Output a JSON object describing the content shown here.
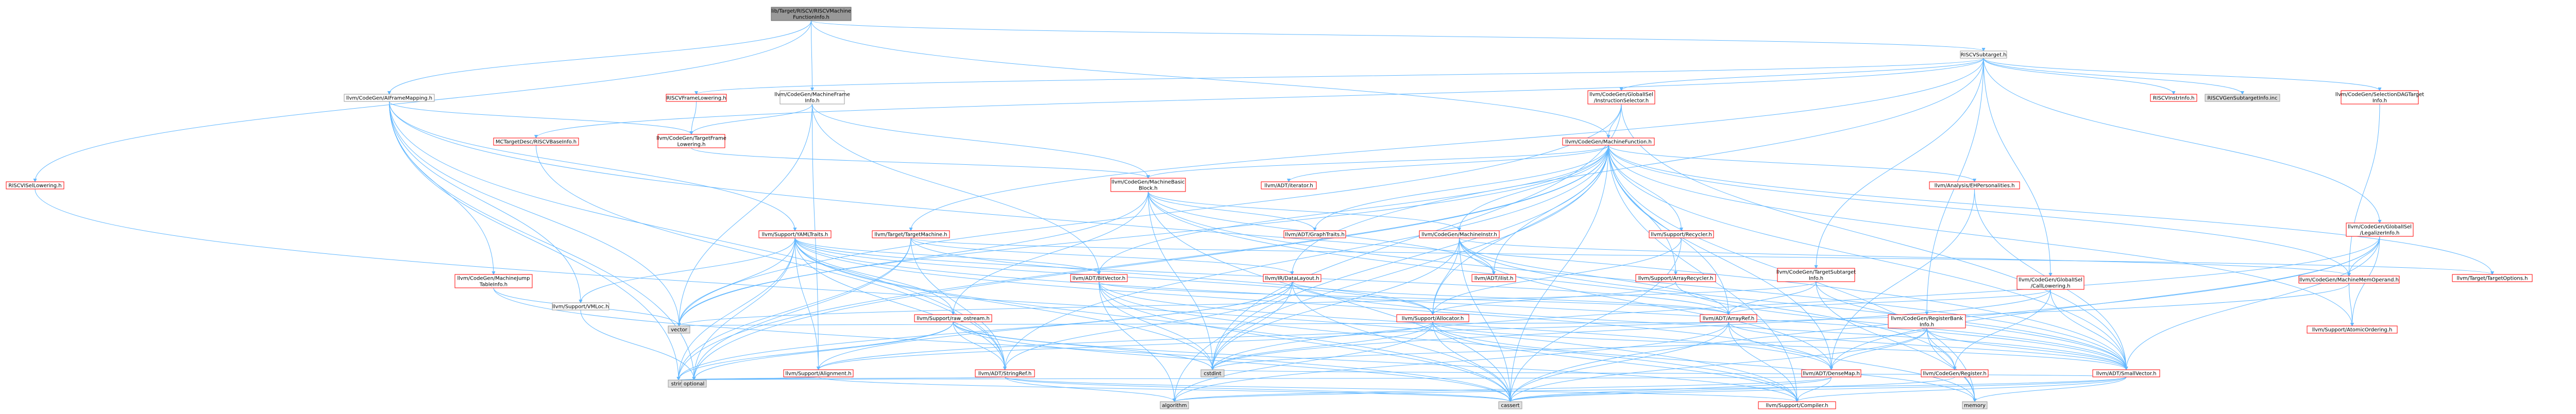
{
  "colors": {
    "edge": "#63b8ff",
    "normal_border": "#999999",
    "missing_border": "#ff0000",
    "root_fill": "#999999",
    "external_fill": "#e0e0e0"
  },
  "nodes": [
    {
      "id": "root",
      "label": [
        "lib/Target/RISCV/RISCVMachine",
        "FunctionInfo.h"
      ],
      "kind": "root"
    },
    {
      "id": "riscvsubtarget",
      "label": [
        "RISCVSubtarget.h"
      ],
      "kind": "normal"
    },
    {
      "id": "aimap",
      "label": [
        "llvm/CodeGen/AIFrameMapping.h"
      ],
      "kind": "normal"
    },
    {
      "id": "mfi",
      "label": [
        "llvm/CodeGen/MachineFrame",
        "Info.h"
      ],
      "kind": "normal"
    },
    {
      "id": "riscvframelowering",
      "label": [
        "RISCVFrameLowering.h"
      ],
      "kind": "red"
    },
    {
      "id": "isel",
      "label": [
        "llvm/CodeGen/GlobalISel",
        "/InstructionSelector.h"
      ],
      "kind": "red"
    },
    {
      "id": "riscvinstrinfo",
      "label": [
        "RISCVInstrInfo.h"
      ],
      "kind": "red"
    },
    {
      "id": "riscvgensubtarget",
      "label": [
        "RISCVGenSubtargetInfo.inc"
      ],
      "kind": "gray"
    },
    {
      "id": "mctarget",
      "label": [
        "MCTargetDesc/RISCVBaseInfo.h"
      ],
      "kind": "red"
    },
    {
      "id": "tfl",
      "label": [
        "llvm/CodeGen/TargetFrame",
        "Lowering.h"
      ],
      "kind": "red"
    },
    {
      "id": "selectiondag",
      "label": [
        "llvm/CodeGen/SelectionDAGTarget",
        "Info.h"
      ],
      "kind": "red"
    },
    {
      "id": "mf",
      "label": [
        "llvm/CodeGen/MachineFunction.h"
      ],
      "kind": "red"
    },
    {
      "id": "riscvisel",
      "label": [
        "RISCVISelLowering.h"
      ],
      "kind": "red"
    },
    {
      "id": "mbb",
      "label": [
        "llvm/CodeGen/MachineBasic",
        "Block.h"
      ],
      "kind": "red"
    },
    {
      "id": "yaml",
      "label": [
        "llvm/Support/YAMLTraits.h"
      ],
      "kind": "red"
    },
    {
      "id": "targetmachine",
      "label": [
        "llvm/Target/TargetMachine.h"
      ],
      "kind": "red"
    },
    {
      "id": "adtiterator",
      "label": [
        "llvm/ADT/iterator.h"
      ],
      "kind": "red"
    },
    {
      "id": "graphtraits",
      "label": [
        "llvm/ADT/GraphTraits.h"
      ],
      "kind": "red"
    },
    {
      "id": "machineinstr",
      "label": [
        "llvm/CodeGen/MachineInstr.h"
      ],
      "kind": "red"
    },
    {
      "id": "recycler",
      "label": [
        "llvm/Support/Recycler.h"
      ],
      "kind": "red"
    },
    {
      "id": "ehpersonal",
      "label": [
        "llvm/Analysis/EHPersonalities.h"
      ],
      "kind": "red"
    },
    {
      "id": "legalizer",
      "label": [
        "llvm/CodeGen/GlobalISel",
        "/LegalizerInfo.h"
      ],
      "kind": "red"
    },
    {
      "id": "jumptable",
      "label": [
        "llvm/CodeGen/MachineJump",
        "TableInfo.h"
      ],
      "kind": "red"
    },
    {
      "id": "vmloc",
      "label": [
        "llvm/Support/VMLoc.h"
      ],
      "kind": "normal"
    },
    {
      "id": "bitvector",
      "label": [
        "llvm/ADT/BitVector.h"
      ],
      "kind": "red"
    },
    {
      "id": "datalayout",
      "label": [
        "llvm/IR/DataLayout.h"
      ],
      "kind": "red"
    },
    {
      "id": "ilist",
      "label": [
        "llvm/ADT/ilist.h"
      ],
      "kind": "red"
    },
    {
      "id": "arrayrecycler",
      "label": [
        "llvm/Support/ArrayRecycler.h"
      ],
      "kind": "red"
    },
    {
      "id": "tsi",
      "label": [
        "llvm/CodeGen/TargetSubtarget",
        "Info.h"
      ],
      "kind": "red"
    },
    {
      "id": "calllowering",
      "label": [
        "llvm/CodeGen/GlobalISel",
        "/CallLowering.h"
      ],
      "kind": "red"
    },
    {
      "id": "memoperand",
      "label": [
        "llvm/CodeGen/MachineMemOperand.h"
      ],
      "kind": "red"
    },
    {
      "id": "targetoptions",
      "label": [
        "llvm/Target/TargetOptions.h"
      ],
      "kind": "red"
    },
    {
      "id": "rawostream",
      "label": [
        "llvm/Support/raw_ostream.h"
      ],
      "kind": "red"
    },
    {
      "id": "allocator",
      "label": [
        "llvm/Support/Allocator.h"
      ],
      "kind": "red"
    },
    {
      "id": "arrayref",
      "label": [
        "llvm/ADT/ArrayRef.h"
      ],
      "kind": "red"
    },
    {
      "id": "registerbank",
      "label": [
        "llvm/CodeGen/RegisterBank",
        "Info.h"
      ],
      "kind": "red"
    },
    {
      "id": "atomicordering",
      "label": [
        "llvm/Support/AtomicOrdering.h"
      ],
      "kind": "red"
    },
    {
      "id": "alignment",
      "label": [
        "llvm/Support/Alignment.h"
      ],
      "kind": "red"
    },
    {
      "id": "stringref",
      "label": [
        "llvm/ADT/StringRef.h"
      ],
      "kind": "red"
    },
    {
      "id": "densemap",
      "label": [
        "llvm/ADT/DenseMap.h"
      ],
      "kind": "red"
    },
    {
      "id": "register",
      "label": [
        "llvm/CodeGen/Register.h"
      ],
      "kind": "red"
    },
    {
      "id": "smallvector",
      "label": [
        "llvm/ADT/SmallVector.h"
      ],
      "kind": "red"
    },
    {
      "id": "compiler",
      "label": [
        "llvm/Support/Compiler.h"
      ],
      "kind": "red"
    },
    {
      "id": "vector",
      "label": [
        "vector"
      ],
      "kind": "gray"
    },
    {
      "id": "string",
      "label": [
        "string"
      ],
      "kind": "gray"
    },
    {
      "id": "optional",
      "label": [
        "optional"
      ],
      "kind": "gray"
    },
    {
      "id": "algorithm",
      "label": [
        "algorithm"
      ],
      "kind": "gray"
    },
    {
      "id": "cassert",
      "label": [
        "cassert"
      ],
      "kind": "gray"
    },
    {
      "id": "cstdint",
      "label": [
        "cstdint"
      ],
      "kind": "gray"
    },
    {
      "id": "memory",
      "label": [
        "memory"
      ],
      "kind": "gray"
    }
  ],
  "edges": [
    [
      "root",
      "riscvsubtarget"
    ],
    [
      "root",
      "aimap"
    ],
    [
      "root",
      "mfi"
    ],
    [
      "root",
      "mf"
    ],
    [
      "root",
      "riscvisel"
    ],
    [
      "riscvsubtarget",
      "riscvframelowering"
    ],
    [
      "riscvsubtarget",
      "isel"
    ],
    [
      "riscvsubtarget",
      "riscvinstrinfo"
    ],
    [
      "riscvsubtarget",
      "riscvgensubtarget"
    ],
    [
      "riscvsubtarget",
      "mctarget"
    ],
    [
      "riscvsubtarget",
      "selectiondag"
    ],
    [
      "riscvsubtarget",
      "legalizer"
    ],
    [
      "riscvsubtarget",
      "calllowering"
    ],
    [
      "riscvsubtarget",
      "registerbank"
    ],
    [
      "riscvsubtarget",
      "tsi"
    ],
    [
      "riscvsubtarget",
      "targetmachine"
    ],
    [
      "riscvsubtarget",
      "datalayout"
    ],
    [
      "aimap",
      "tfl"
    ],
    [
      "aimap",
      "yaml"
    ],
    [
      "aimap",
      "jumptable"
    ],
    [
      "aimap",
      "vmloc"
    ],
    [
      "aimap",
      "vector"
    ],
    [
      "aimap",
      "string"
    ],
    [
      "aimap",
      "optional"
    ],
    [
      "aimap",
      "stringref"
    ],
    [
      "aimap",
      "smallvector"
    ],
    [
      "mfi",
      "tfl"
    ],
    [
      "mfi",
      "mbb"
    ],
    [
      "mfi",
      "alignment"
    ],
    [
      "mfi",
      "bitvector"
    ],
    [
      "mfi",
      "vector"
    ],
    [
      "riscvframelowering",
      "tfl"
    ],
    [
      "isel",
      "mf"
    ],
    [
      "isel",
      "vector"
    ],
    [
      "isel",
      "cstdint"
    ],
    [
      "isel",
      "smallvector"
    ],
    [
      "mctarget",
      "stringref"
    ],
    [
      "tfl",
      "mbb"
    ],
    [
      "selectiondag",
      "memoperand"
    ],
    [
      "mf",
      "mbb"
    ],
    [
      "mf",
      "adtiterator"
    ],
    [
      "mf",
      "graphtraits"
    ],
    [
      "mf",
      "machineinstr"
    ],
    [
      "mf",
      "recycler"
    ],
    [
      "mf",
      "ehpersonal"
    ],
    [
      "mf",
      "ilist"
    ],
    [
      "mf",
      "arrayrecycler"
    ],
    [
      "mf",
      "allocator"
    ],
    [
      "mf",
      "arrayref"
    ],
    [
      "mf",
      "bitvector"
    ],
    [
      "mf",
      "memoperand"
    ],
    [
      "mf",
      "atomicordering"
    ],
    [
      "mf",
      "densemap"
    ],
    [
      "mf",
      "smallvector"
    ],
    [
      "mf",
      "compiler"
    ],
    [
      "mf",
      "vector"
    ],
    [
      "mf",
      "cassert"
    ],
    [
      "mf",
      "cstdint"
    ],
    [
      "mf",
      "memory"
    ],
    [
      "mf",
      "targetoptions"
    ],
    [
      "mf",
      "stringref"
    ],
    [
      "mf",
      "optional"
    ],
    [
      "mf",
      "string"
    ],
    [
      "mf",
      "algorithm"
    ],
    [
      "riscvisel",
      "compiler"
    ],
    [
      "mbb",
      "graphtraits"
    ],
    [
      "mbb",
      "machineinstr"
    ],
    [
      "mbb",
      "ilist"
    ],
    [
      "mbb",
      "rawostream"
    ],
    [
      "mbb",
      "vector"
    ],
    [
      "mbb",
      "cassert"
    ],
    [
      "mbb",
      "cstdint"
    ],
    [
      "mbb",
      "register"
    ],
    [
      "mbb",
      "smallvector"
    ],
    [
      "yaml",
      "allocator"
    ],
    [
      "yaml",
      "alignment"
    ],
    [
      "yaml",
      "stringref"
    ],
    [
      "yaml",
      "smallvector"
    ],
    [
      "yaml",
      "bitvector"
    ],
    [
      "yaml",
      "rawostream"
    ],
    [
      "yaml",
      "vmloc"
    ],
    [
      "yaml",
      "string"
    ],
    [
      "yaml",
      "optional"
    ],
    [
      "yaml",
      "vector"
    ],
    [
      "yaml",
      "cassert"
    ],
    [
      "yaml",
      "cstdint"
    ],
    [
      "yaml",
      "densemap"
    ],
    [
      "yaml",
      "arrayref"
    ],
    [
      "targetmachine",
      "datalayout"
    ],
    [
      "targetmachine",
      "targetoptions"
    ],
    [
      "targetmachine",
      "allocator"
    ],
    [
      "targetmachine",
      "stringref"
    ],
    [
      "targetmachine",
      "string"
    ],
    [
      "targetmachine",
      "optional"
    ],
    [
      "machineinstr",
      "ilist"
    ],
    [
      "machineinstr",
      "arrayref"
    ],
    [
      "machineinstr",
      "memoperand"
    ],
    [
      "machineinstr",
      "cassert"
    ],
    [
      "machineinstr",
      "cstdint"
    ],
    [
      "machineinstr",
      "smallvector"
    ],
    [
      "machineinstr",
      "densemap"
    ],
    [
      "machineinstr",
      "allocator"
    ],
    [
      "recycler",
      "allocator"
    ],
    [
      "recycler",
      "cassert"
    ],
    [
      "ehpersonal",
      "smallvector"
    ],
    [
      "ehpersonal",
      "densemap"
    ],
    [
      "legalizer",
      "memoperand"
    ],
    [
      "legalizer",
      "atomicordering"
    ],
    [
      "legalizer",
      "smallvector"
    ],
    [
      "legalizer",
      "densemap"
    ],
    [
      "legalizer",
      "cassert"
    ],
    [
      "legalizer",
      "cstdint"
    ],
    [
      "jumptable",
      "vector"
    ],
    [
      "jumptable",
      "cassert"
    ],
    [
      "vmloc",
      "optional"
    ],
    [
      "bitvector",
      "algorithm"
    ],
    [
      "bitvector",
      "cassert"
    ],
    [
      "bitvector",
      "cstdint"
    ],
    [
      "bitvector",
      "compiler"
    ],
    [
      "bitvector",
      "arrayref"
    ],
    [
      "bitvector",
      "densemap"
    ],
    [
      "datalayout",
      "arrayref"
    ],
    [
      "datalayout",
      "smallvector"
    ],
    [
      "datalayout",
      "stringref"
    ],
    [
      "datalayout",
      "alignment"
    ],
    [
      "datalayout",
      "cassert"
    ],
    [
      "datalayout",
      "cstdint"
    ],
    [
      "datalayout",
      "string"
    ],
    [
      "arrayrecycler",
      "allocator"
    ],
    [
      "arrayrecycler",
      "smallvector"
    ],
    [
      "tsi",
      "arrayref"
    ],
    [
      "tsi",
      "smallvector"
    ],
    [
      "tsi",
      "memory"
    ],
    [
      "tsi",
      "vector"
    ],
    [
      "calllowering",
      "arrayref"
    ],
    [
      "calllowering",
      "smallvector"
    ],
    [
      "calllowering",
      "cstdint"
    ],
    [
      "calllowering",
      "register"
    ],
    [
      "registerbank",
      "smallvector"
    ],
    [
      "registerbank",
      "register"
    ],
    [
      "registerbank",
      "cassert"
    ],
    [
      "registerbank",
      "cstdint"
    ],
    [
      "registerbank",
      "memory"
    ],
    [
      "registerbank",
      "densemap"
    ],
    [
      "memoperand",
      "atomicordering"
    ],
    [
      "memoperand",
      "alignment"
    ],
    [
      "rawostream",
      "compiler"
    ],
    [
      "rawostream",
      "cassert"
    ],
    [
      "rawostream",
      "cstdint"
    ],
    [
      "rawostream",
      "string"
    ],
    [
      "rawostream",
      "optional"
    ],
    [
      "rawostream",
      "stringref"
    ],
    [
      "allocator",
      "alignment"
    ],
    [
      "allocator",
      "compiler"
    ],
    [
      "allocator",
      "algorithm"
    ],
    [
      "allocator",
      "cassert"
    ],
    [
      "allocator",
      "cstdint"
    ],
    [
      "allocator",
      "memory"
    ],
    [
      "allocator",
      "smallvector"
    ],
    [
      "arrayref",
      "compiler"
    ],
    [
      "arrayref",
      "algorithm"
    ],
    [
      "arrayref",
      "cassert"
    ],
    [
      "arrayref",
      "memory"
    ],
    [
      "arrayref",
      "smallvector"
    ],
    [
      "arrayref",
      "vector"
    ],
    [
      "alignment",
      "cassert"
    ],
    [
      "alignment",
      "optional"
    ],
    [
      "alignment",
      "string"
    ],
    [
      "stringref",
      "compiler"
    ],
    [
      "stringref",
      "algorithm"
    ],
    [
      "stringref",
      "cassert"
    ],
    [
      "stringref",
      "string"
    ],
    [
      "densemap",
      "compiler"
    ],
    [
      "densemap",
      "algorithm"
    ],
    [
      "densemap",
      "cassert"
    ],
    [
      "densemap",
      "optional"
    ],
    [
      "register",
      "cassert"
    ],
    [
      "smallvector",
      "compiler"
    ],
    [
      "smallvector",
      "algorithm"
    ],
    [
      "smallvector",
      "cassert"
    ],
    [
      "smallvector",
      "memory"
    ],
    [
      "smallvector",
      "cstdint"
    ]
  ]
}
